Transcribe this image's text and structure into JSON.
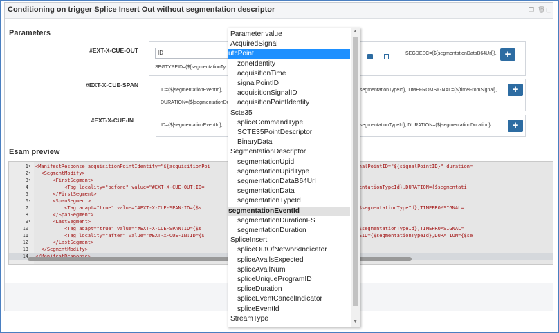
{
  "panel": {
    "title": "Conditioning on trigger Splice Insert Out without segmentation descriptor"
  },
  "parameters": {
    "section_label": "Parameters",
    "rows": [
      {
        "label": "#EXT-X-CUE-OUT",
        "input_value": "ID",
        "line2": "SEGTYPEID=(${segmentationTy",
        "right_text": "SEGDESC=(${segmentationDataB64Url}),"
      },
      {
        "label": "#EXT-X-CUE-SPAN",
        "line1_left": "ID=(${segmentationEventId},",
        "line1_mid": "S",
        "line1_right": "segmentationTypeId},  TIMEFROMSIGNAL=(${timeFromSignal},",
        "line2": "DURATION=(${segmentationDurat"
      },
      {
        "label": "#EXT-X-CUE-IN",
        "line1_left": "ID=(${segmentationEventId},",
        "line1_mid": "S",
        "line1_right": "segmentationTypeId},  DURATION=(${segmentationDuration}"
      }
    ]
  },
  "esam": {
    "section_label": "Esam preview",
    "lines": [
      {
        "n": "1",
        "fold": true,
        "code": "<ManifestResponse acquisitionPointIdentity=\"${acquisitionPoi                              isitionSignalID}\" signalPointID=\"${signalPointID}\" duration="
      },
      {
        "n": "2",
        "fold": true,
        "code": "  <SegmentModify>"
      },
      {
        "n": "3",
        "fold": true,
        "code": "      <FirstSegment>"
      },
      {
        "n": "4",
        "fold": false,
        "code": "          <Tag locality=\"before\" value=\"#EXT-X-CUE-OUT:ID=                              B4Url},SEGTYPEID={$segmentationTypeId},DURATION={$segmentati"
      },
      {
        "n": "5",
        "fold": false,
        "code": "      </FirstSegment>"
      },
      {
        "n": "6",
        "fold": true,
        "code": "      <SpanSegment>"
      },
      {
        "n": "7",
        "fold": false,
        "code": "          <Tag adapt=\"true\" value=\"#EXT-X-CUE-SPAN:ID={$s                              nDataB64Url},SEGTYPEID={$segmentationTypeId},TIMEFROMSIGNAL="
      },
      {
        "n": "8",
        "fold": false,
        "code": "      </SpanSegment>"
      },
      {
        "n": "9",
        "fold": true,
        "code": "      <LastSegment>"
      },
      {
        "n": "10",
        "fold": false,
        "code": "          <Tag adapt=\"true\" value=\"#EXT-X-CUE-SPAN:ID={$s                              nDataB64Url},SEGTYPEID={$segmentationTypeId},TIMEFROMSIGNAL="
      },
      {
        "n": "11",
        "fold": false,
        "code": "          <Tag locality=\"after\" value=\"#EXT-X-CUE-IN:ID={$                              ationDataB64Url},SEGTYPEID={$segmentationTypeId},DURATION={$se"
      },
      {
        "n": "12",
        "fold": false,
        "code": "      </LastSegment>"
      },
      {
        "n": "13",
        "fold": false,
        "code": "  </SegmentModify>"
      },
      {
        "n": "14",
        "fold": false,
        "code": "</ManifestResponse>"
      }
    ]
  },
  "dropdown": {
    "items": [
      {
        "text": "Parameter value",
        "kind": "grp"
      },
      {
        "text": "AcquiredSignal",
        "kind": "grp"
      },
      {
        "text": "utcPoint",
        "kind": "sel"
      },
      {
        "text": "zoneIdentity",
        "kind": "opt"
      },
      {
        "text": "acquisitionTime",
        "kind": "opt"
      },
      {
        "text": "signalPointID",
        "kind": "opt"
      },
      {
        "text": "acquisitionSignalID",
        "kind": "opt"
      },
      {
        "text": "acquisitionPointIdentity",
        "kind": "opt"
      },
      {
        "text": "Scte35",
        "kind": "grp"
      },
      {
        "text": "spliceCommandType",
        "kind": "opt"
      },
      {
        "text": "SCTE35PointDescriptor",
        "kind": "opt"
      },
      {
        "text": "BinaryData",
        "kind": "opt"
      },
      {
        "text": "SegmentationDescriptor",
        "kind": "grp"
      },
      {
        "text": "segmentationUpid",
        "kind": "opt"
      },
      {
        "text": "segmentationUpidType",
        "kind": "opt"
      },
      {
        "text": "segmentationDataB64Url",
        "kind": "opt"
      },
      {
        "text": "segmentationData",
        "kind": "opt"
      },
      {
        "text": "segmentationTypeId",
        "kind": "opt"
      },
      {
        "text": "segmentationEventId",
        "kind": "hov"
      },
      {
        "text": "segmentationDurationFS",
        "kind": "opt"
      },
      {
        "text": "segmentationDuration",
        "kind": "opt"
      },
      {
        "text": "SpliceInsert",
        "kind": "grp"
      },
      {
        "text": "spliceOutOfNetworkIndicator",
        "kind": "opt"
      },
      {
        "text": "spliceAvailsExpected",
        "kind": "opt"
      },
      {
        "text": "spliceAvailNum",
        "kind": "opt"
      },
      {
        "text": "spliceUniqueProgramID",
        "kind": "opt"
      },
      {
        "text": "spliceDuration",
        "kind": "opt"
      },
      {
        "text": "spliceEventCancelIndicator",
        "kind": "opt"
      },
      {
        "text": "spliceEventId",
        "kind": "opt"
      },
      {
        "text": "StreamType",
        "kind": "grp"
      }
    ]
  },
  "colors": {
    "accent": "#2d6ca2",
    "selected": "#1e90ff",
    "code": "#a31515"
  }
}
